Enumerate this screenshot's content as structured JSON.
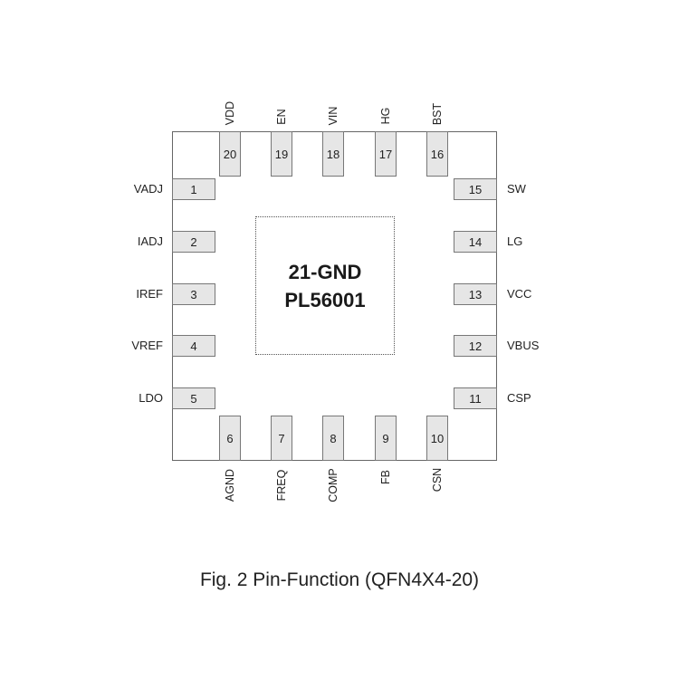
{
  "package": {
    "epad_lines": [
      "21-GND",
      "PL56001"
    ]
  },
  "pins": {
    "left": [
      {
        "num": "1",
        "name": "VADJ"
      },
      {
        "num": "2",
        "name": "IADJ"
      },
      {
        "num": "3",
        "name": "IREF"
      },
      {
        "num": "4",
        "name": "VREF"
      },
      {
        "num": "5",
        "name": "LDO"
      }
    ],
    "bottom": [
      {
        "num": "6",
        "name": "AGND"
      },
      {
        "num": "7",
        "name": "FREQ"
      },
      {
        "num": "8",
        "name": "COMP"
      },
      {
        "num": "9",
        "name": "FB"
      },
      {
        "num": "10",
        "name": "CSN"
      }
    ],
    "right": [
      {
        "num": "11",
        "name": "CSP"
      },
      {
        "num": "12",
        "name": "VBUS"
      },
      {
        "num": "13",
        "name": "VCC"
      },
      {
        "num": "14",
        "name": "LG"
      },
      {
        "num": "15",
        "name": "SW"
      }
    ],
    "top": [
      {
        "num": "16",
        "name": "BST"
      },
      {
        "num": "17",
        "name": "HG"
      },
      {
        "num": "18",
        "name": "VIN"
      },
      {
        "num": "19",
        "name": "EN"
      },
      {
        "num": "20",
        "name": "VDD"
      }
    ]
  },
  "caption": "Fig. 2 Pin-Function (QFN4X4-20)"
}
